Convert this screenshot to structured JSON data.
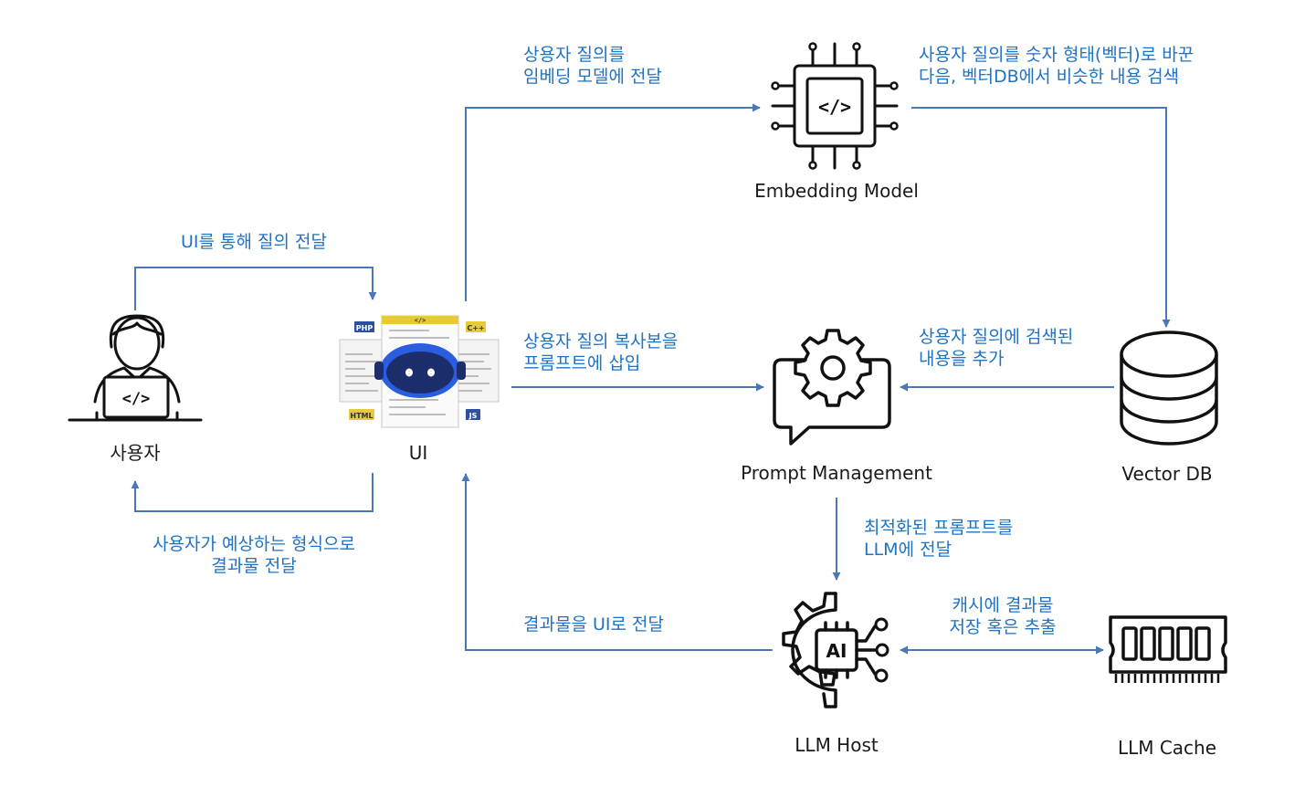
{
  "nodes": {
    "user": "사용자",
    "ui": "UI",
    "embedding": "Embedding Model",
    "vector_db": "Vector DB",
    "prompt": "Prompt Management",
    "llm_host": "LLM Host",
    "llm_cache": "LLM Cache"
  },
  "ui_badges": {
    "php": "PHP",
    "cpp": "C++",
    "html": "HTML",
    "js": "JS",
    "code": "</>"
  },
  "code_icon_text": "</>",
  "ai_text": "AI",
  "edges": {
    "user_to_ui": [
      "UI를 통해 질의 전달"
    ],
    "ui_to_user": [
      "사용자가 예상하는 형식으로",
      "결과물 전달"
    ],
    "ui_to_embedding": [
      "상용자 질의를",
      "임베딩 모델에 전달"
    ],
    "embedding_to_vector": [
      "사용자 질의를 숫자 형태(벡터)로 바꾼",
      "다음, 벡터DB에서 비슷한 내용 검색"
    ],
    "ui_to_prompt": [
      "상용자 질의 복사본을",
      "프롬프트에 삽입"
    ],
    "vector_to_prompt": [
      "상용자 질의에 검색된",
      "내용을 추가"
    ],
    "prompt_to_llm": [
      "최적화된 프롬프트를",
      "LLM에 전달"
    ],
    "llm_to_ui": [
      "결과물을 UI로 전달"
    ],
    "llm_cache": [
      "캐시에 결과물",
      "저장 혹은 추출"
    ]
  },
  "colors": {
    "arrow": "#4a78b5",
    "label": "#1f72c4",
    "robot_face": "#1c2d6b",
    "robot_ring": "#2a5de0",
    "badge_blue": "#2e4fa0",
    "badge_yellow": "#e8c93a"
  }
}
